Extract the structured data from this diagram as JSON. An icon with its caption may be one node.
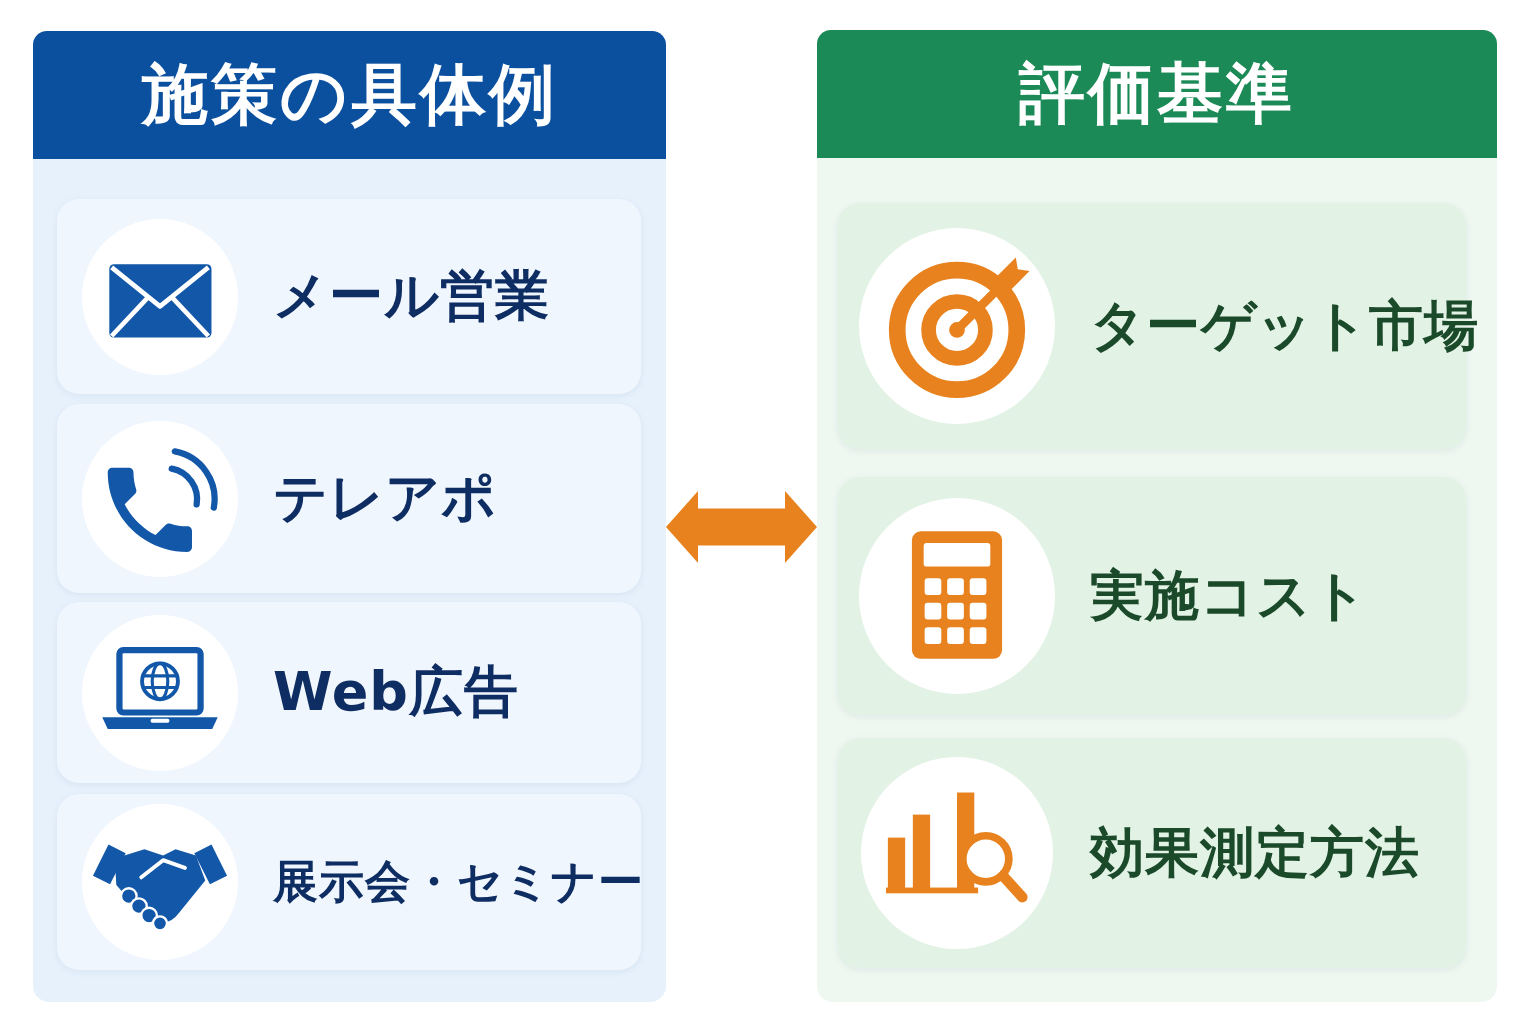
{
  "diagram": {
    "nodes": [
      {
        "text": [
          "施策の具体例"
        ]
      },
      {
        "text": [
          "メール営業"
        ],
        "in": 0
      },
      {
        "text": [
          "テレアポ"
        ],
        "in": 0
      },
      {
        "text": [
          "Web広告"
        ],
        "in": 0
      },
      {
        "text": [
          "展示会・セミナー"
        ],
        "in": 0
      },
      {
        "text": [
          "評価基準"
        ]
      },
      {
        "text": [
          "ターゲット市場"
        ],
        "in": 5
      },
      {
        "text": [
          "実施コスト"
        ],
        "in": 5
      },
      {
        "text": [
          "効果測定方法"
        ],
        "in": 5
      }
    ],
    "edges": [
      {
        "from": 0,
        "to": 5,
        "arrow": "both"
      }
    ]
  }
}
